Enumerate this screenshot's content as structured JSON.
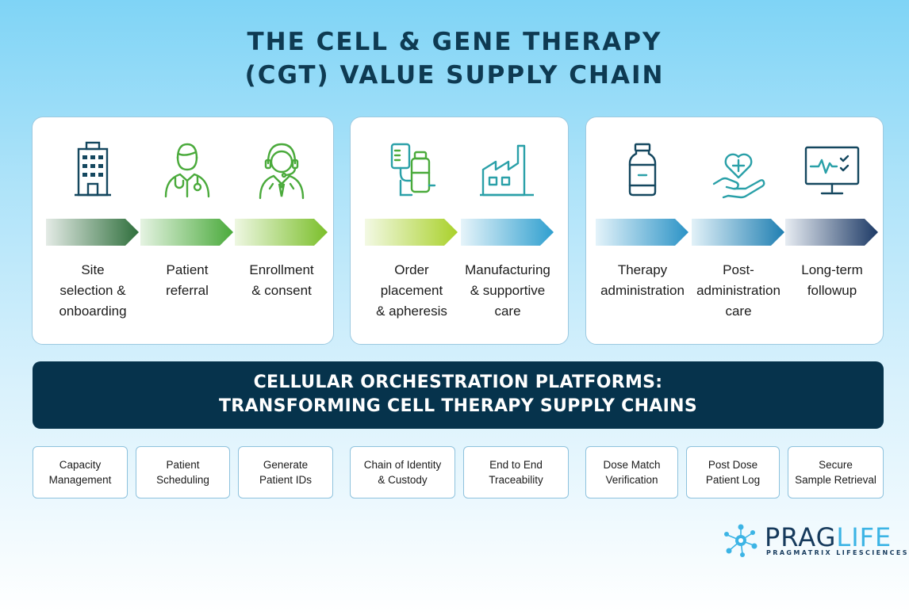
{
  "title": {
    "line1": "THE CELL & GENE THERAPY",
    "line2": "(CGT) VALUE SUPPLY CHAIN"
  },
  "stages": [
    {
      "icon": "hospital-building-icon",
      "label": "Site\nselection &\nonboarding",
      "arrow_from": "#e4ebe6",
      "arrow_to": "#2f6f3c"
    },
    {
      "icon": "doctor-icon",
      "label": "Patient\nreferral",
      "arrow_from": "#e5f3e2",
      "arrow_to": "#4aaa3b"
    },
    {
      "icon": "support-agent-headset-icon",
      "label": "Enrollment\n& consent",
      "arrow_from": "#eef7e2",
      "arrow_to": "#7bbf2a"
    },
    {
      "icon": "iv-bag-bottle-icon",
      "label": "Order\nplacement\n& apheresis",
      "arrow_from": "#f3f9e4",
      "arrow_to": "#a9d12b"
    },
    {
      "icon": "factory-icon",
      "label": "Manufacturing\n& supportive\ncare",
      "arrow_from": "#e6f4fa",
      "arrow_to": "#2f9fcf"
    },
    {
      "icon": "medicine-vial-icon",
      "label": "Therapy\nadministration",
      "arrow_from": "#e4f3fa",
      "arrow_to": "#2b93c6"
    },
    {
      "icon": "heart-care-hand-icon",
      "label": "Post-\nadministration\ncare",
      "arrow_from": "#e2f1f8",
      "arrow_to": "#1f7fb2"
    },
    {
      "icon": "health-monitor-icon",
      "label": "Long-term\nfollowup",
      "arrow_from": "#e7ecf2",
      "arrow_to": "#1d3a66"
    }
  ],
  "banner": {
    "line1": "CELLULAR ORCHESTRATION PLATFORMS:",
    "line2": "TRANSFORMING CELL THERAPY SUPPLY CHAINS"
  },
  "features": [
    "Capacity\nManagement",
    "Patient Scheduling",
    "Generate\nPatient IDs",
    "Chain of Identity\n& Custody",
    "End to End Traceability",
    "Dose Match\nVerification",
    "Post Dose\nPatient Log",
    "Secure\nSample Retrieval"
  ],
  "logo": {
    "prag": "PRAG",
    "life": "LIFE",
    "tagline": "PRAGMATRIX LIFESCIENCES"
  },
  "colors": {
    "title": "#0e3a52",
    "banner_bg": "#06334c",
    "icon_navy": "#14475f",
    "icon_green": "#4aaa3b",
    "icon_teal": "#2aa0a8"
  }
}
